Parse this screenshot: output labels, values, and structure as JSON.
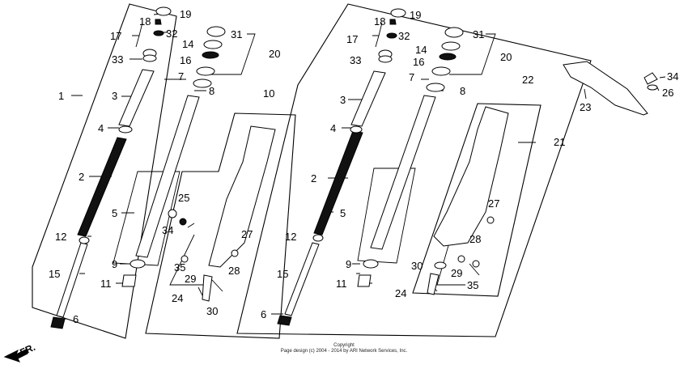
{
  "labels": {
    "l1": "1",
    "l2": "2",
    "l3": "3",
    "l4": "4",
    "l5": "5",
    "l6": "6",
    "l7": "7",
    "l8": "8",
    "l9": "9",
    "l10": "10",
    "l11": "11",
    "l12": "12",
    "l14": "14",
    "l15": "15",
    "l16": "16",
    "l17": "17",
    "l18": "18",
    "l19": "19",
    "l20": "20",
    "l21": "21",
    "l22": "22",
    "l23": "23",
    "l24": "24",
    "l25": "25",
    "l26": "26",
    "l27": "27",
    "l28": "28",
    "l29": "29",
    "l30": "30",
    "l31": "31",
    "l32": "32",
    "l33": "33",
    "l34": "34",
    "l35": "35"
  },
  "direction_label": "FR.",
  "copyright": {
    "line1": "Copyright",
    "line2": "Page design (c) 2004 - 2014 by ARI Network Services, Inc."
  }
}
